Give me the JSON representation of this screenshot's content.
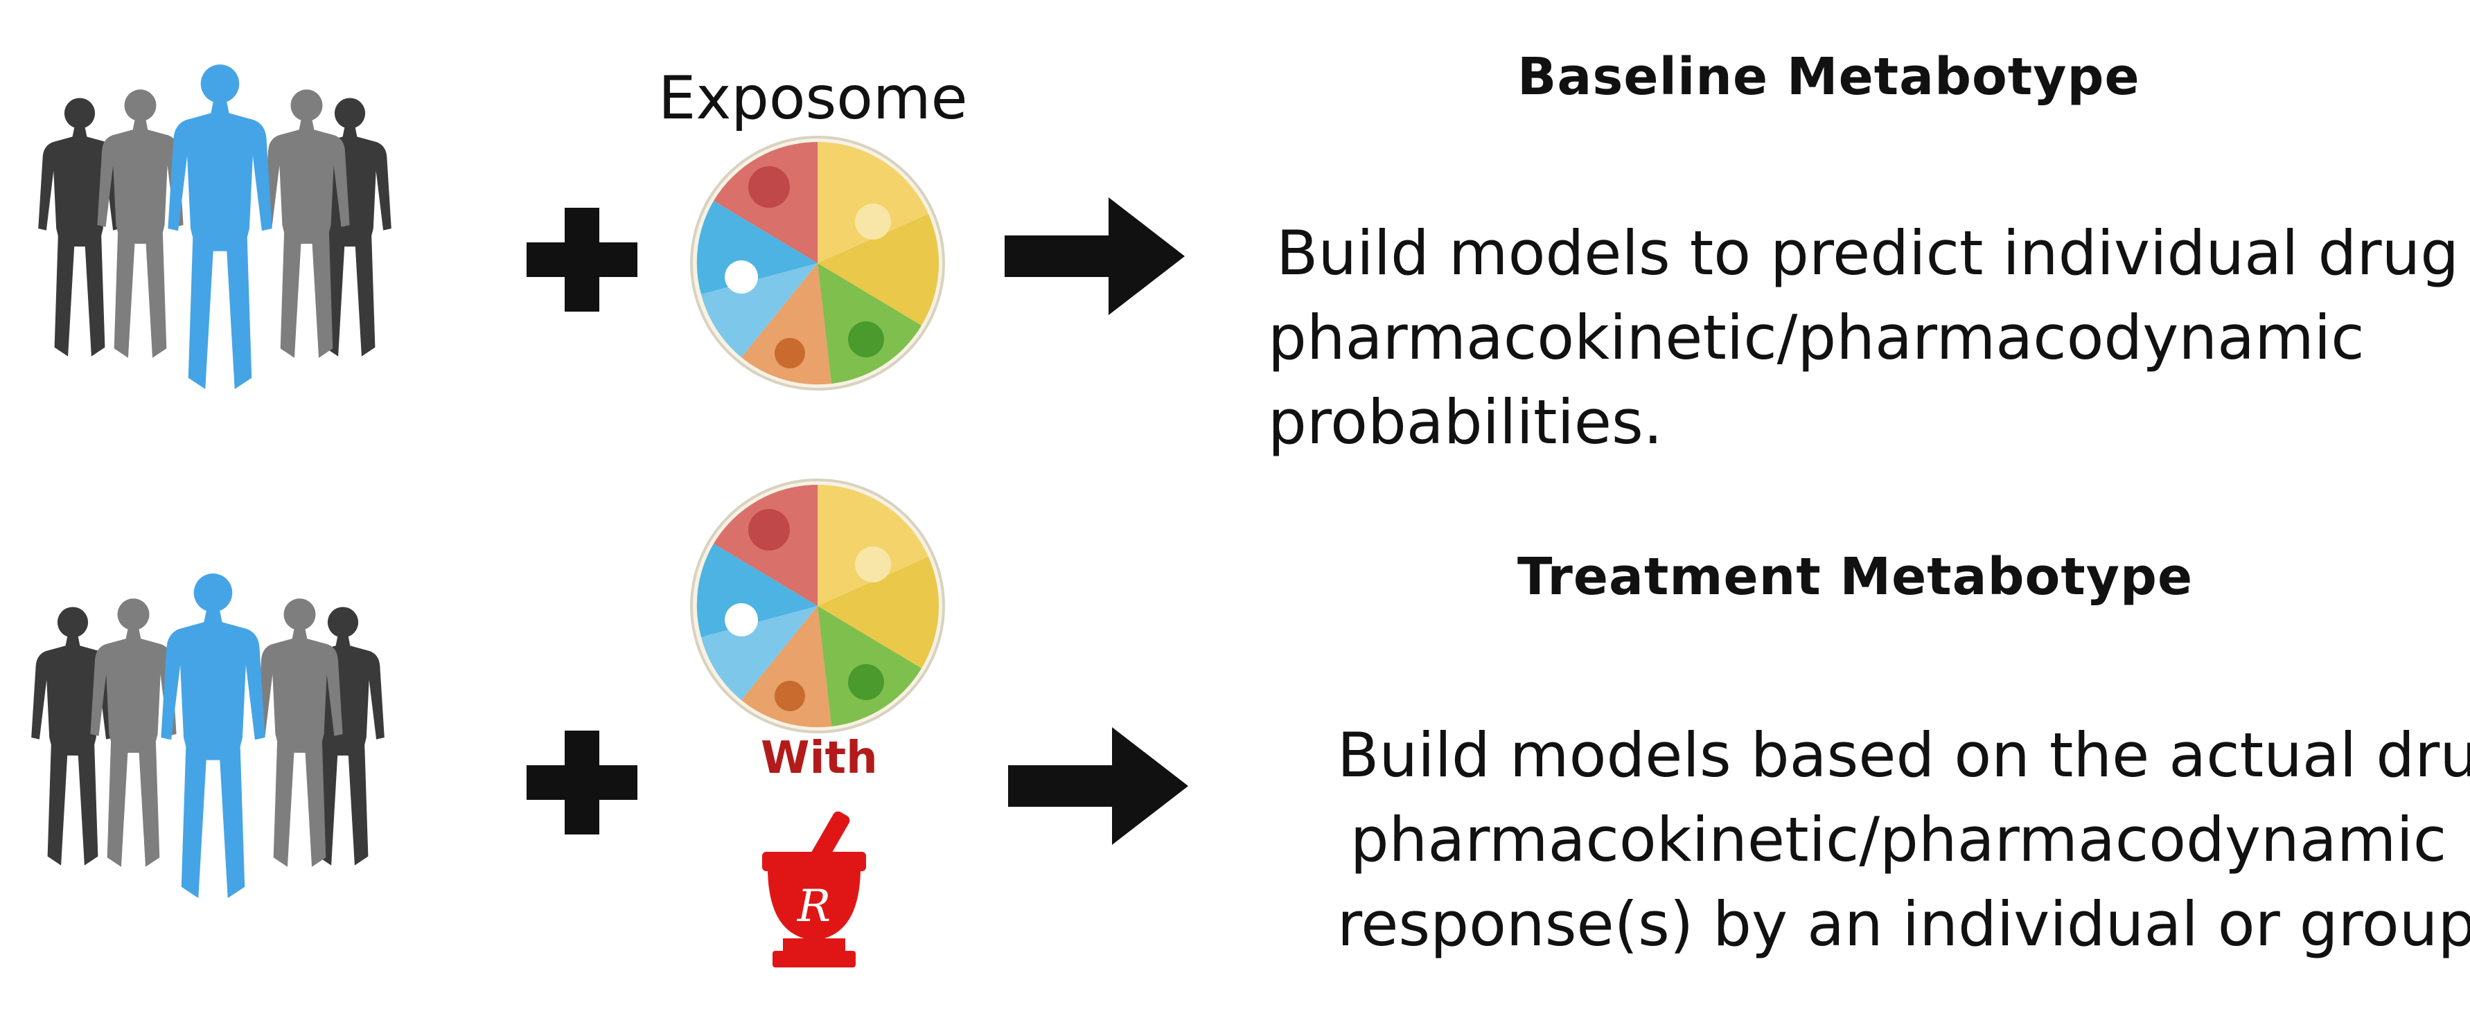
{
  "exposome_label": "Exposome",
  "rows": [
    {
      "heading": "Baseline  Metabotype",
      "lines": [
        "Build models to predict individual drug",
        "pharmacokinetic/pharmacodynamic",
        "probabilities."
      ]
    },
    {
      "heading": "Treatment  Metabotype",
      "lines": [
        "Build models based on the actual drug",
        "pharmacokinetic/pharmacodynamic",
        "response(s) by an individual or group."
      ]
    }
  ],
  "with_label": "With",
  "rx_label": "R",
  "colors": {
    "dark_person": "#3a3a3a",
    "mid_person": "#7e7e7e",
    "highlight_person": "#45a4e6",
    "with_text": "#b31b1b",
    "rx_red": "#e01616",
    "symbol_black": "#111111"
  },
  "icons": [
    "people-group-icon",
    "plus-icon",
    "exposome-plate-icon",
    "right-arrow-icon",
    "mortar-pestle-rx-icon"
  ]
}
